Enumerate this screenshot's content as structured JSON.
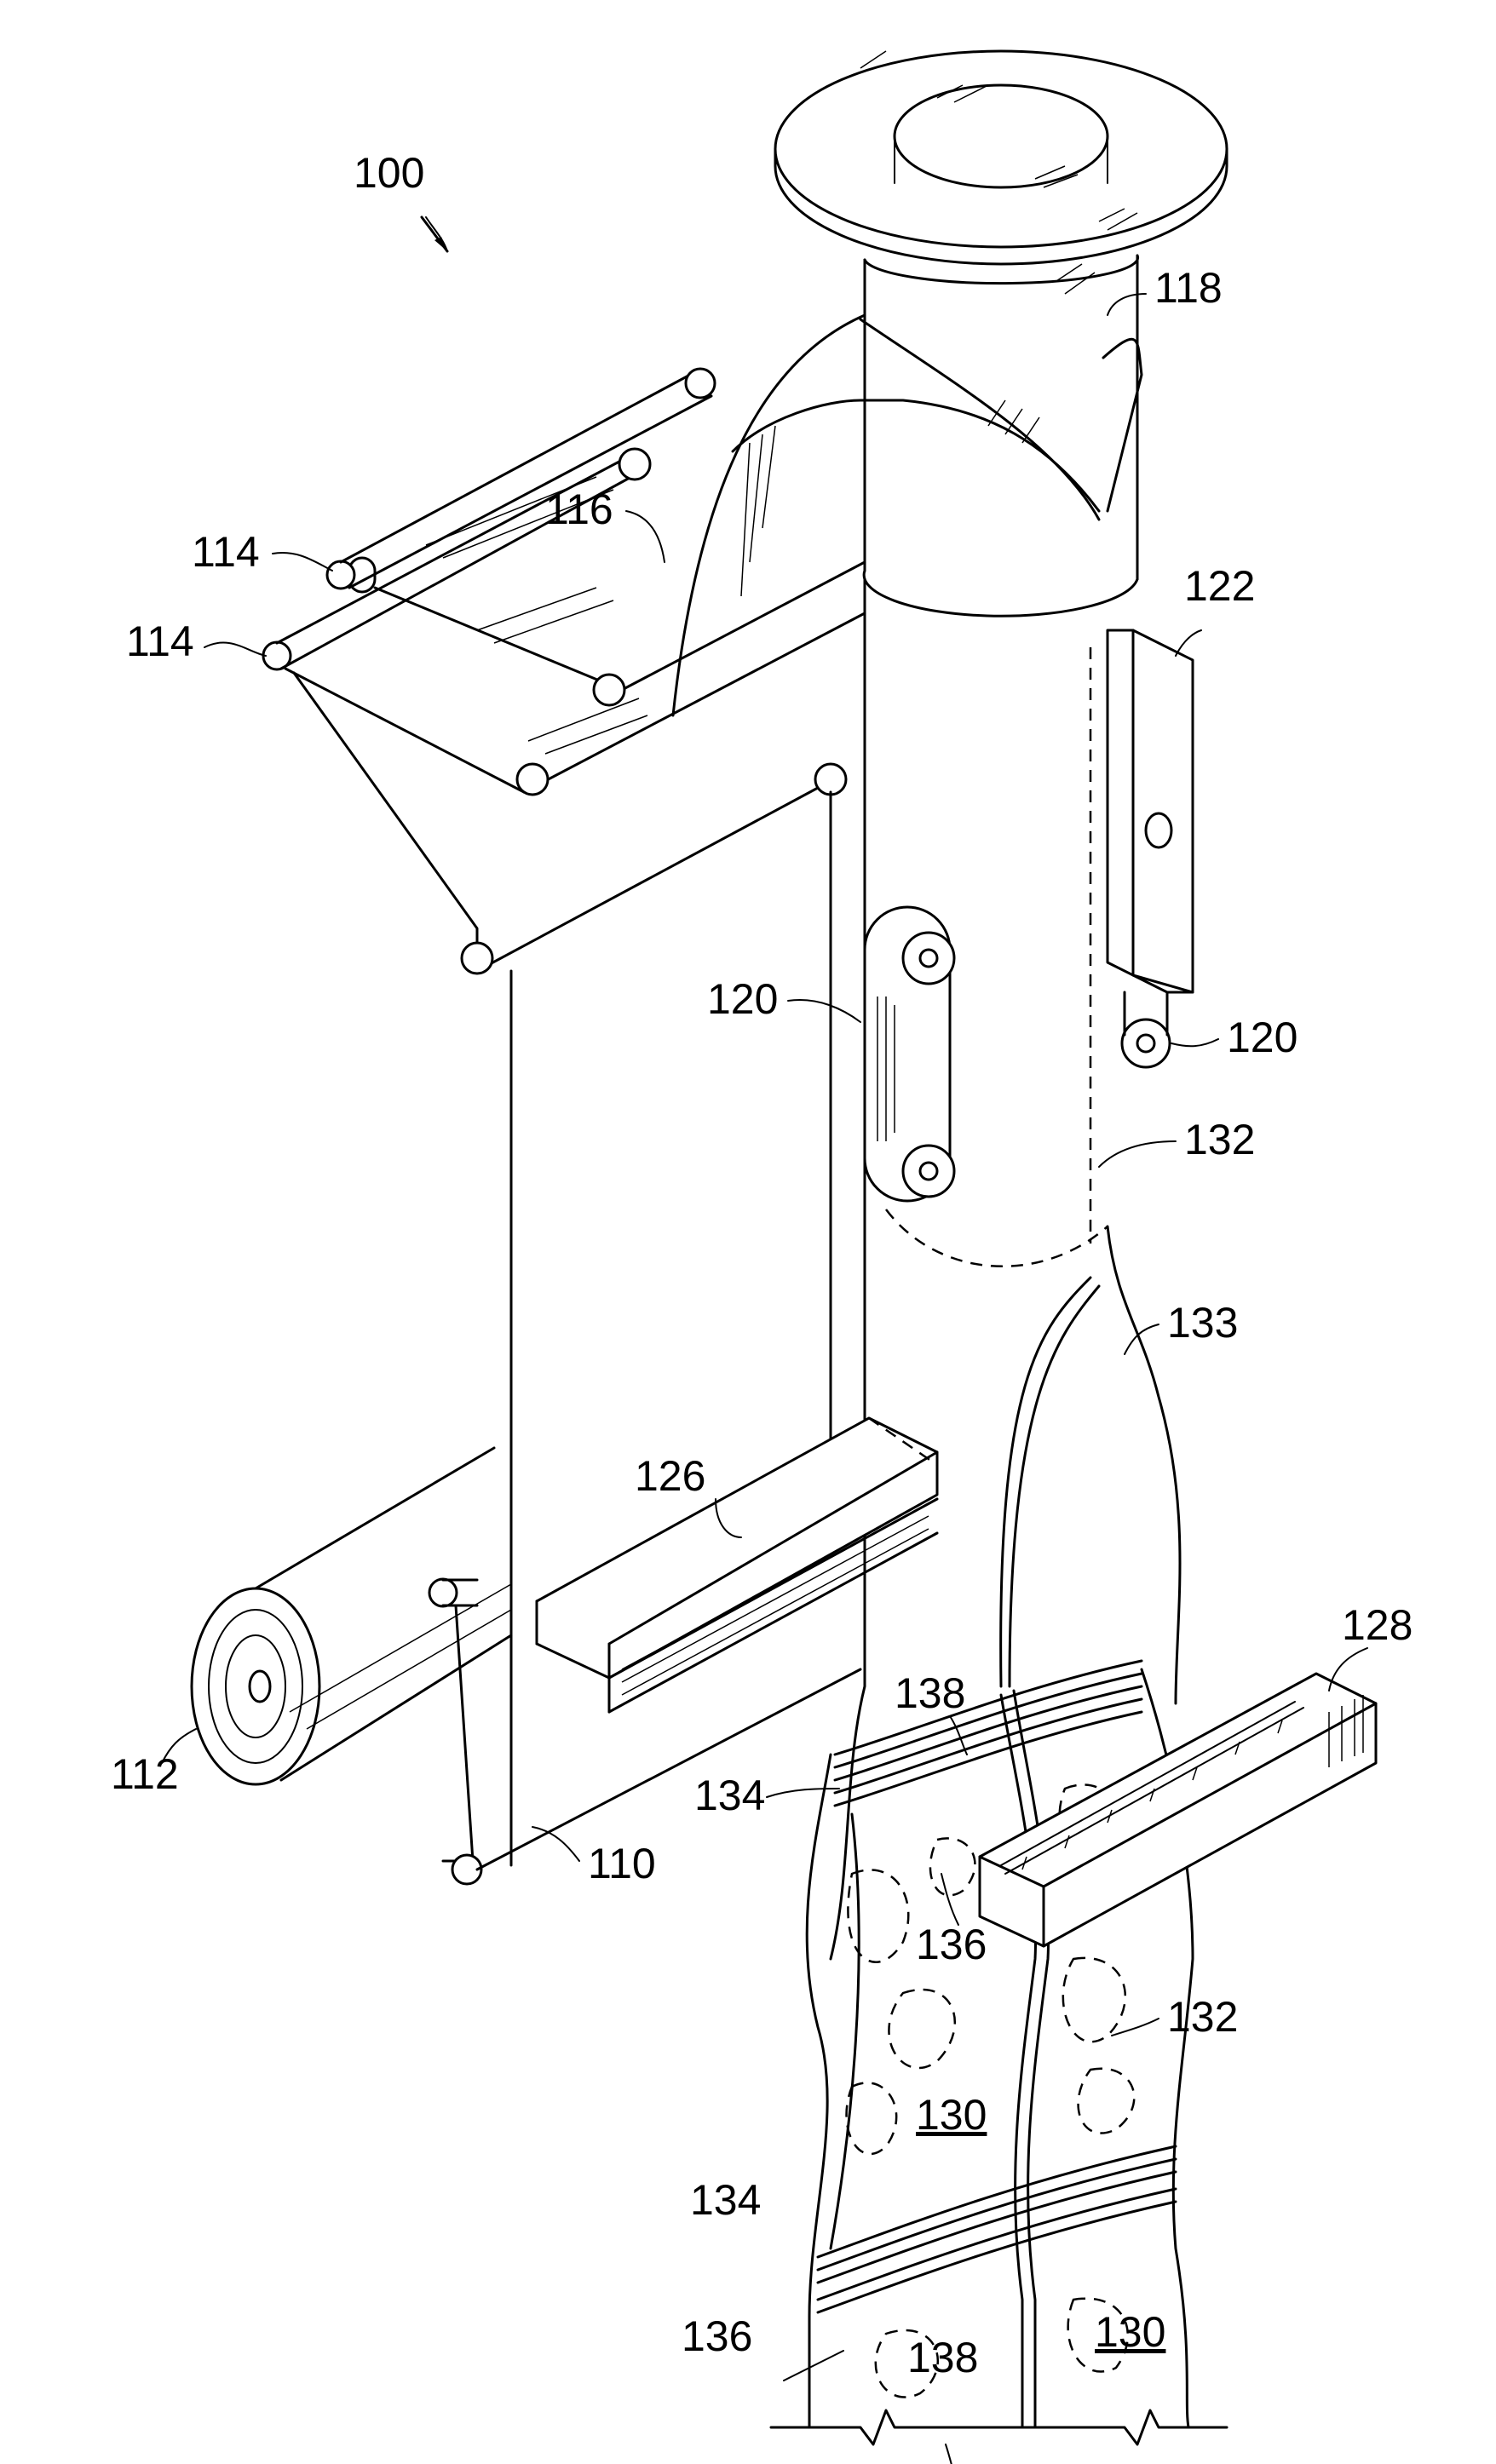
{
  "figure": {
    "reference_numerals": {
      "assembly": "100",
      "film": "110",
      "roll": "112",
      "guide_roller_upper": "114",
      "guide_roller_lower": "114",
      "forming_collar": "116",
      "product_tube": "118",
      "pull_belt_left": "120",
      "pull_belt_right": "120",
      "vertical_sealer": "122",
      "transverse_sealer_back": "126",
      "transverse_sealer_front": "128",
      "bag_content_upper": "130",
      "bag_content_lower": "130",
      "vertical_seam_upper": "132",
      "vertical_seam_lower": "132",
      "tube_neck": "133",
      "seal_upper": "134",
      "seal_lower": "134",
      "seal_edge_upper": "136",
      "seal_edge_lower": "136",
      "seal_band_upper": "138",
      "seal_band_lower": "138"
    }
  }
}
